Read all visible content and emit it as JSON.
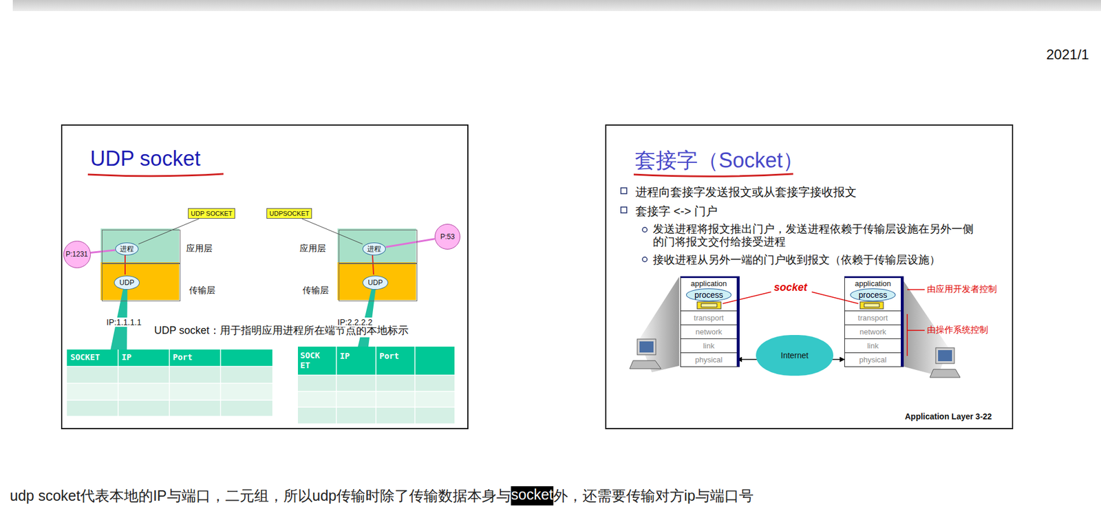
{
  "diagram": {
    "nodes": [
      {
        "text": [
          "UDP socket"
        ]
      },
      {
        "text": [
          "UDP SOCKET"
        ],
        "in": 0
      },
      {
        "text": [
          "P:1231"
        ],
        "in": 0
      },
      {
        "text": [
          "应用层"
        ],
        "in": 0
      },
      {
        "text": [
          "进程"
        ],
        "in": 3
      },
      {
        "text": [
          "传输层"
        ],
        "in": 0
      },
      {
        "text": [
          "UDP"
        ],
        "in": 5
      },
      {
        "text": [
          "UDPSOCKET"
        ],
        "in": 0
      },
      {
        "text": [
          "应用层"
        ],
        "in": 0
      },
      {
        "text": [
          "进程"
        ],
        "in": 8
      },
      {
        "text": [
          "P:53"
        ],
        "in": 0
      },
      {
        "text": [
          "传输层"
        ],
        "in": 0
      },
      {
        "text": [
          "UDP"
        ],
        "in": 11
      },
      {
        "text": [
          "套接字（Socket）"
        ]
      },
      {
        "text": [
          "application"
        ],
        "in": 13
      },
      {
        "text": [
          "process"
        ],
        "in": 14
      },
      {
        "text": [
          "transport"
        ],
        "in": 14
      },
      {
        "text": [
          "network"
        ],
        "in": 14
      },
      {
        "text": [
          "link"
        ],
        "in": 14
      },
      {
        "text": [
          "physical"
        ],
        "in": 14
      },
      {
        "text": [
          "Internet"
        ],
        "in": 13
      },
      {
        "text": [
          "application"
        ],
        "in": 13
      },
      {
        "text": [
          "process"
        ],
        "in": 21
      },
      {
        "text": [
          "transport"
        ],
        "in": 21
      },
      {
        "text": [
          "network"
        ],
        "in": 21
      },
      {
        "text": [
          "link"
        ],
        "in": 21
      },
      {
        "text": [
          "physical"
        ],
        "in": 21
      }
    ],
    "edges": [
      {
        "from": 1,
        "to": 4,
        "arrow": "none"
      },
      {
        "from": 2,
        "to": 4,
        "arrow": "none"
      },
      {
        "from": 7,
        "to": 9,
        "arrow": "none"
      },
      {
        "from": 10,
        "to": 9,
        "arrow": "none"
      },
      {
        "from": 19,
        "to": 26,
        "arrow": "both"
      }
    ],
    "labels": [
      "IP:1.1.1.1",
      "UDP socket：用于指明应用进程所在端节点的本地标示",
      "SOCKET",
      "IP",
      "Port",
      "IP:2.2.2.2",
      "SOCK ET",
      "IP",
      "Port",
      "进程向套接字发送报文或从套接字接收报文",
      "套接字 <-> 门户",
      "发送进程将报文推出门户，发送进程依赖于传输层设施在另外一侧的门将报文交付给接受进程",
      "接收进程从另外一端的门户收到报文（依赖于传输层设施）",
      "socket",
      "由应用开发者控制",
      "由操作系统控制",
      "Application Layer 3-22",
      "2021/1",
      "udp scoket代表本地的IP与端口，二元组，所以udp传输时除了传输数据本身与",
      "socket",
      "外，还需要传输对方ip与端口号"
    ]
  }
}
